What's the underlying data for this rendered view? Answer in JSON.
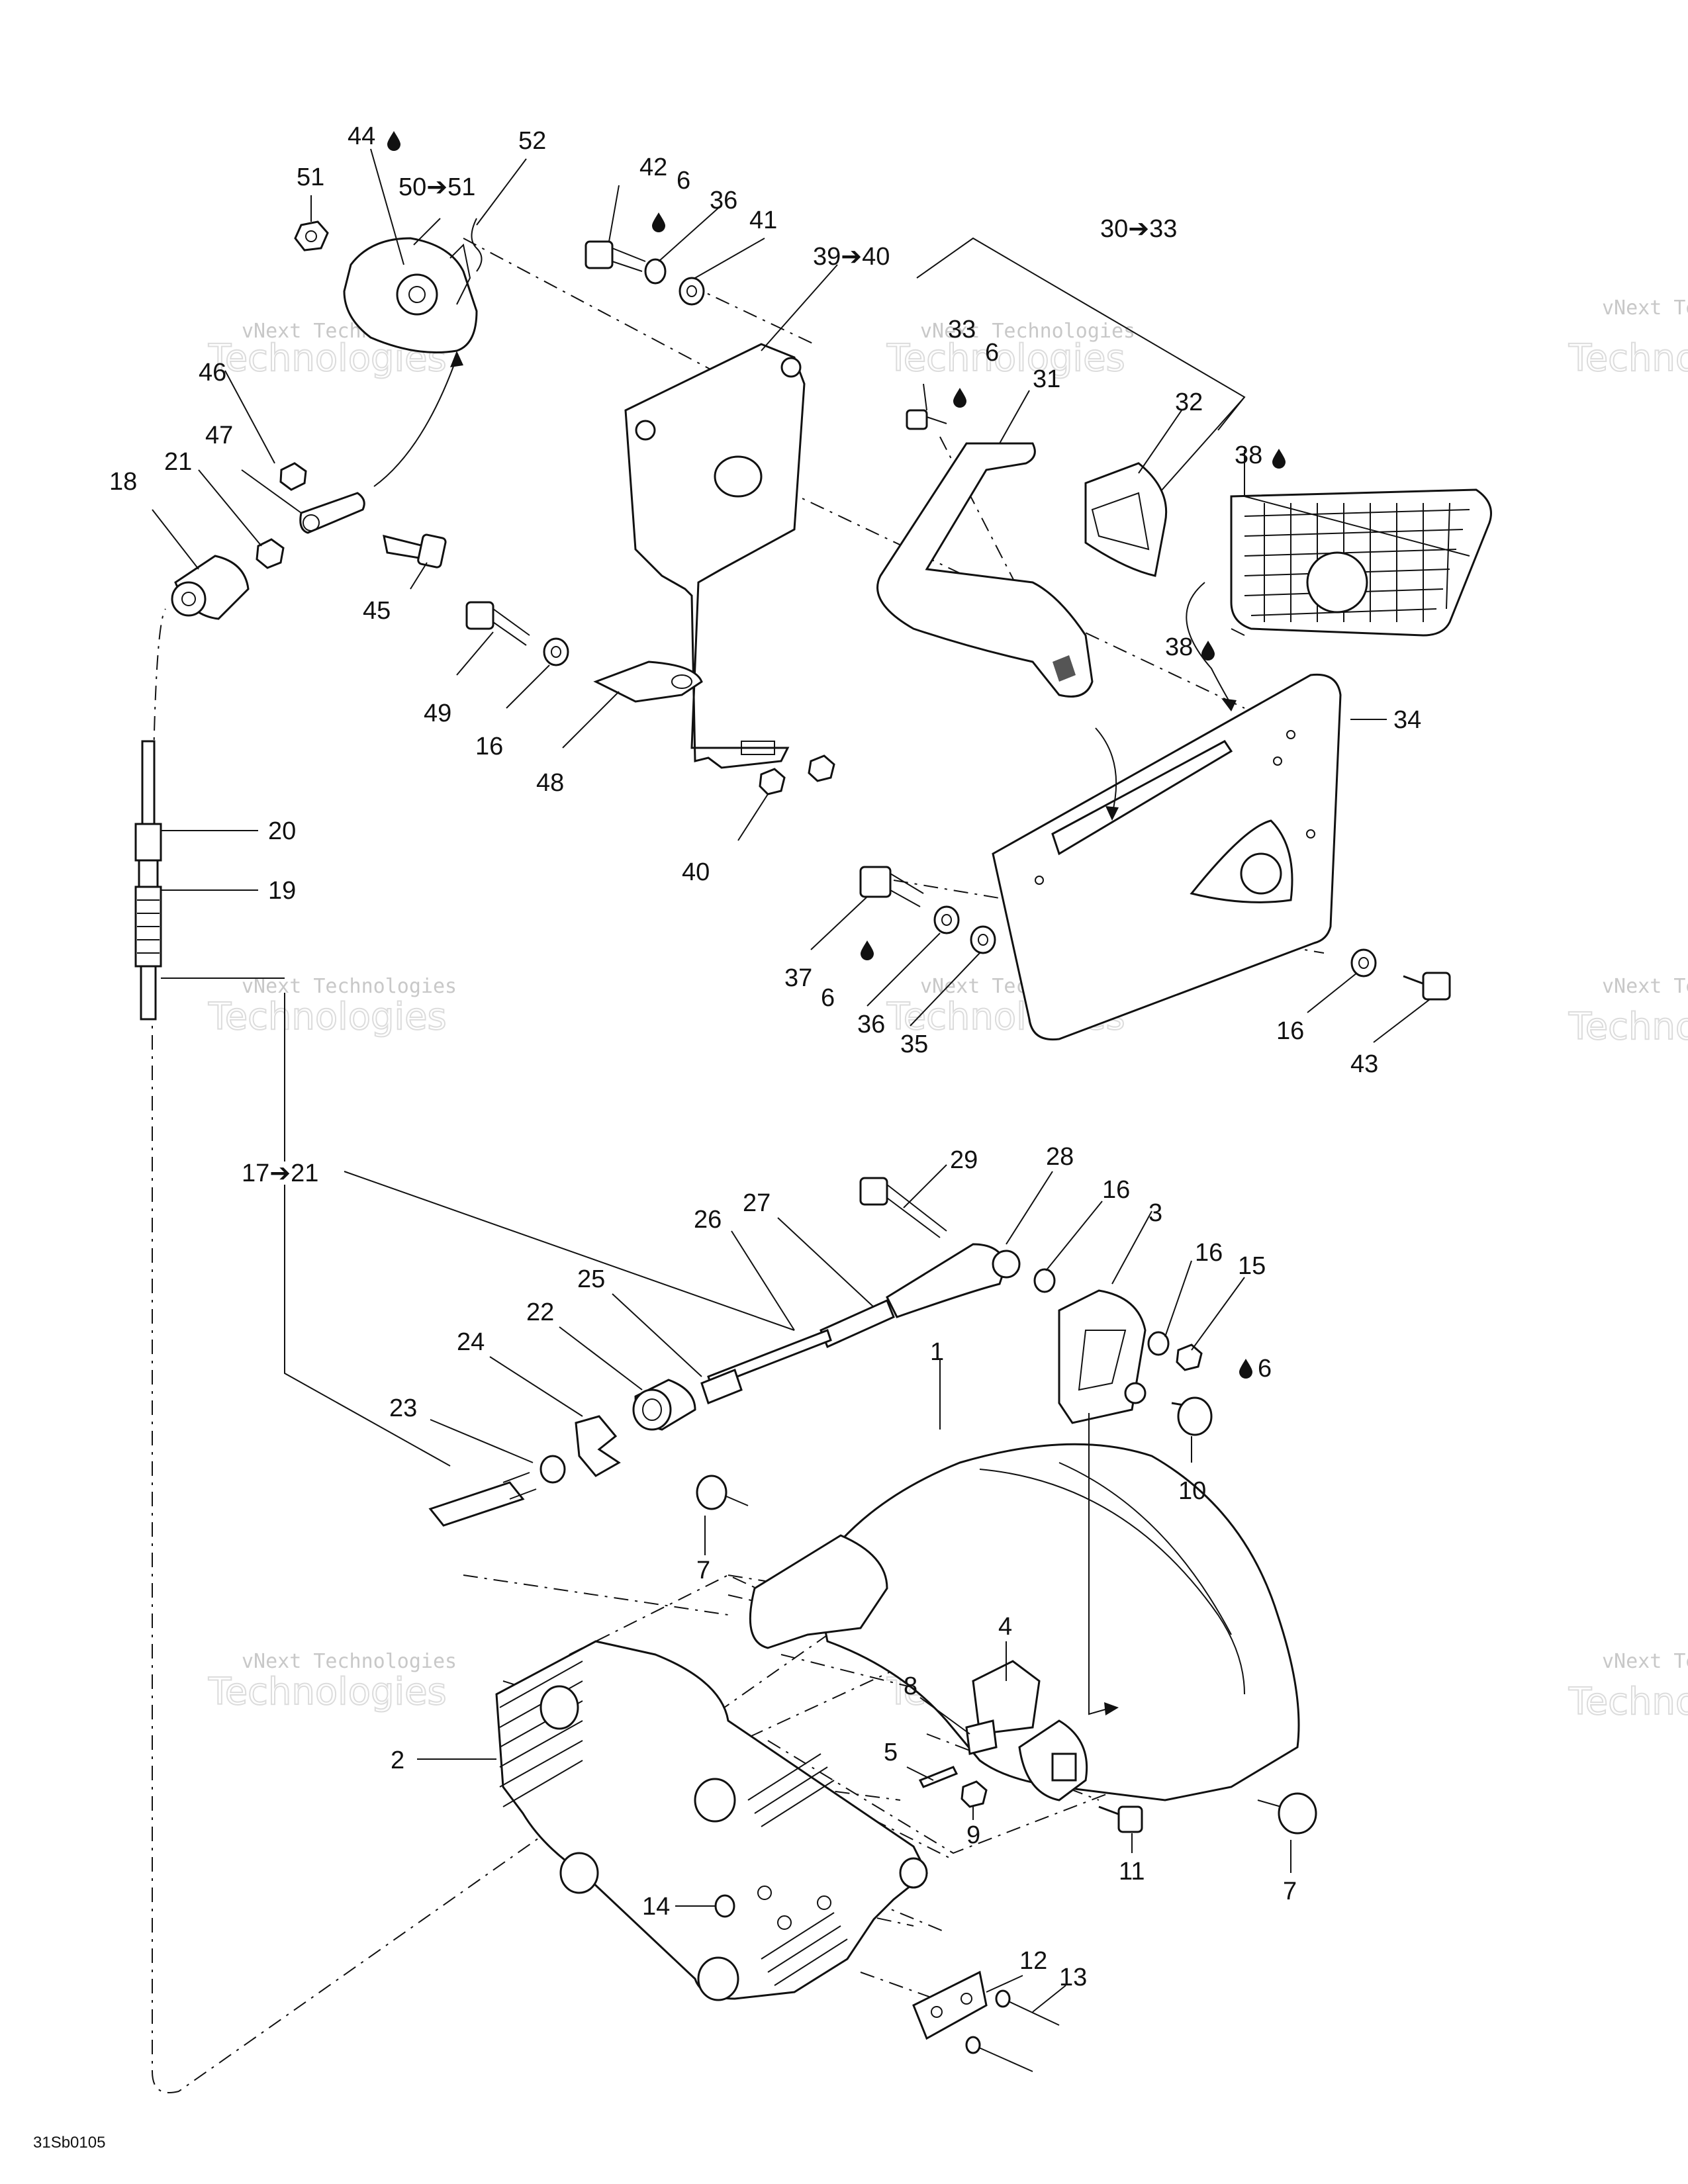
{
  "diagram_code": "31Sb0105",
  "watermark": {
    "line1": "vNext Technologies",
    "big": "Technologies"
  },
  "callouts": [
    {
      "id": "c51",
      "text": "51"
    },
    {
      "id": "c44",
      "text": "44"
    },
    {
      "id": "c50",
      "text": "50➔51"
    },
    {
      "id": "c52",
      "text": "52"
    },
    {
      "id": "c42",
      "text": "42"
    },
    {
      "id": "c6a",
      "text": "6"
    },
    {
      "id": "c36a",
      "text": "36"
    },
    {
      "id": "c41",
      "text": "41"
    },
    {
      "id": "c39",
      "text": "39➔40"
    },
    {
      "id": "c30",
      "text": "30➔33"
    },
    {
      "id": "c33",
      "text": "33"
    },
    {
      "id": "c6b",
      "text": "6"
    },
    {
      "id": "c31",
      "text": "31"
    },
    {
      "id": "c32",
      "text": "32"
    },
    {
      "id": "c38a",
      "text": "38"
    },
    {
      "id": "c38b",
      "text": "38"
    },
    {
      "id": "c46",
      "text": "46"
    },
    {
      "id": "c47",
      "text": "47"
    },
    {
      "id": "c18",
      "text": "18"
    },
    {
      "id": "c21",
      "text": "21"
    },
    {
      "id": "c45",
      "text": "45"
    },
    {
      "id": "c49",
      "text": "49"
    },
    {
      "id": "c16a",
      "text": "16"
    },
    {
      "id": "c48",
      "text": "48"
    },
    {
      "id": "c40",
      "text": "40"
    },
    {
      "id": "c34",
      "text": "34"
    },
    {
      "id": "c20",
      "text": "20"
    },
    {
      "id": "c19",
      "text": "19"
    },
    {
      "id": "c37",
      "text": "37"
    },
    {
      "id": "c6c",
      "text": "6"
    },
    {
      "id": "c36b",
      "text": "36"
    },
    {
      "id": "c35",
      "text": "35"
    },
    {
      "id": "c16b",
      "text": "16"
    },
    {
      "id": "c43",
      "text": "43"
    },
    {
      "id": "c17",
      "text": "17➔21"
    },
    {
      "id": "c29",
      "text": "29"
    },
    {
      "id": "c28",
      "text": "28"
    },
    {
      "id": "c27",
      "text": "27"
    },
    {
      "id": "c26",
      "text": "26"
    },
    {
      "id": "c16c",
      "text": "16"
    },
    {
      "id": "c3",
      "text": "3"
    },
    {
      "id": "c25",
      "text": "25"
    },
    {
      "id": "c22",
      "text": "22"
    },
    {
      "id": "c16d",
      "text": "16"
    },
    {
      "id": "c15",
      "text": "15"
    },
    {
      "id": "c24",
      "text": "24"
    },
    {
      "id": "c23",
      "text": "23"
    },
    {
      "id": "c1",
      "text": "1"
    },
    {
      "id": "c6d",
      "text": "6"
    },
    {
      "id": "c10",
      "text": "10"
    },
    {
      "id": "c7a",
      "text": "7"
    },
    {
      "id": "c4",
      "text": "4"
    },
    {
      "id": "c8",
      "text": "8"
    },
    {
      "id": "c2",
      "text": "2"
    },
    {
      "id": "c5",
      "text": "5"
    },
    {
      "id": "c9",
      "text": "9"
    },
    {
      "id": "c11",
      "text": "11"
    },
    {
      "id": "c7b",
      "text": "7"
    },
    {
      "id": "c14",
      "text": "14"
    },
    {
      "id": "c12",
      "text": "12"
    },
    {
      "id": "c13",
      "text": "13"
    }
  ]
}
